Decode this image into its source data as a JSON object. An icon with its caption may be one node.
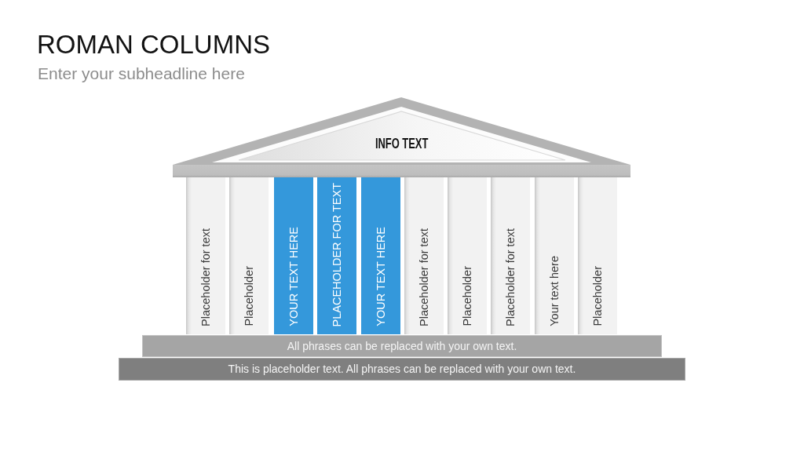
{
  "diagram": {
    "title": "ROMAN COLUMNS",
    "labels": [
      "Enter your subheadline here"
    ],
    "nodes": [
      {
        "text": [
          "INFO TEXT"
        ]
      },
      {
        "text": [
          "Placeholder for text"
        ]
      },
      {
        "text": [
          "Placeholder"
        ]
      },
      {
        "text": [
          "YOUR TEXT HERE"
        ]
      },
      {
        "text": [
          "PLACEHOLDER FOR TEXT"
        ]
      },
      {
        "text": [
          "YOUR TEXT HERE"
        ]
      },
      {
        "text": [
          "Placeholder for text"
        ]
      },
      {
        "text": [
          "Placeholder"
        ]
      },
      {
        "text": [
          "Placeholder for text"
        ]
      },
      {
        "text": [
          "Your text here"
        ]
      },
      {
        "text": [
          "Placeholder"
        ]
      },
      {
        "text": [
          "All phrases can be replaced with your own text."
        ]
      },
      {
        "text": [
          "This is placeholder text. All phrases can be replaced with your own text."
        ]
      }
    ]
  }
}
